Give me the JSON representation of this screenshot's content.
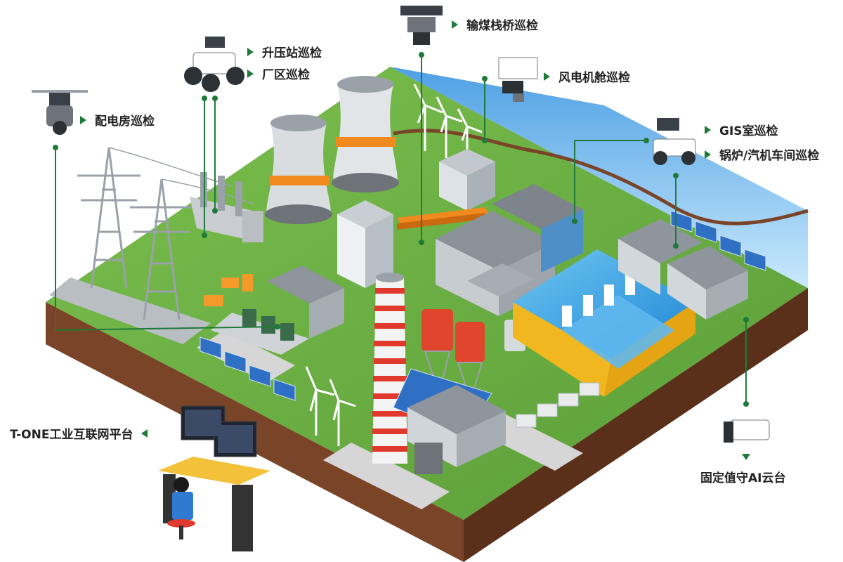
{
  "labels": {
    "coal_bridge": "输煤栈桥巡检",
    "booster_station": "升压站巡检",
    "plant_area": "厂区巡检",
    "wind_nacelle": "风电机舱巡检",
    "distribution_room": "配电房巡检",
    "gis_room": "GIS室巡检",
    "boiler_turbine": "锅炉/汽机车间巡检",
    "platform": "T-ONE工业互联网平台",
    "ai_ptz": "固定值守AI云台"
  },
  "icons": {
    "coal_bridge": "rail-inspection-robot-icon",
    "booster_station": "wheeled-inspection-robot-icon",
    "wind_nacelle": "nacelle-inspection-robot-icon",
    "distribution_room": "hanging-inspection-robot-icon",
    "gis_room": "wheeled-inspection-robot-icon",
    "ai_ptz": "ptz-camera-icon",
    "platform": "control-room-operator-icon"
  },
  "colors": {
    "accent": "#1f7a3a",
    "grass": "#6fb24a",
    "soil": "#6b3a22",
    "water": "#3fa7e6",
    "orange_band": "#f08a1e",
    "chimney_red": "#e03a2f"
  }
}
